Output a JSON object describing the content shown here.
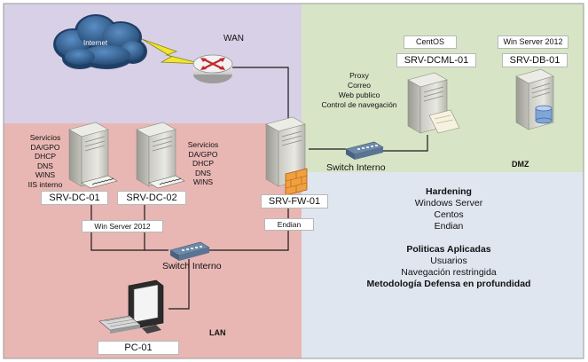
{
  "zones": {
    "wan": "WAN",
    "dmz": "DMZ",
    "lan": "LAN"
  },
  "internet": "Internet",
  "servers": {
    "dc01": {
      "name": "SRV-DC-01",
      "services": [
        "Servicios",
        "DA/GPO",
        "DHCP",
        "DNS",
        "WINS",
        "IIS interno"
      ]
    },
    "dc02": {
      "name": "SRV-DC-02",
      "services": [
        "Servicios",
        "DA/GPO",
        "DHCP",
        "DNS",
        "WINS"
      ]
    },
    "fw01": {
      "name": "SRV-FW-01",
      "os": "Endian"
    },
    "dcml01": {
      "name": "SRV-DCML-01",
      "os": "CentOS",
      "services": [
        "Proxy",
        "Correo",
        "Web publico",
        "Control de navegación"
      ]
    },
    "db01": {
      "name": "SRV-DB-01",
      "os": "Win Server 2012"
    }
  },
  "dc_os": "Win Server 2012",
  "switch_lan": "Switch Interno",
  "switch_dmz": "Switch Interno",
  "pc": "PC-01",
  "notes": {
    "hardening_title": "Hardening",
    "hardening_items": [
      "Windows Server",
      "Centos",
      "Endian"
    ],
    "policies_title": "Politicas Aplicadas",
    "policies_items": [
      "Usuarios",
      "Navegación restringida"
    ],
    "methodology": "Metodología Defensa en profundidad"
  },
  "colors": {
    "wan_zone": "#d8d0e6",
    "dmz_zone": "#d7e5c6",
    "lan_zone": "#e8b7b4",
    "notes_zone": "#dfe6f0",
    "cable": "#1a1a1a",
    "lightning": "#f0e62a"
  }
}
